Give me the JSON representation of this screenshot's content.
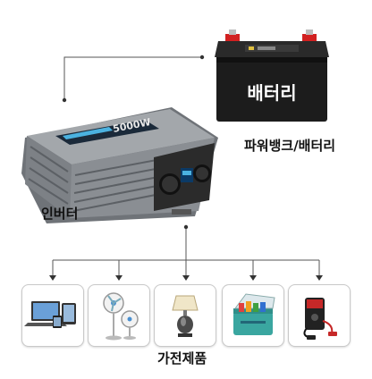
{
  "labels": {
    "battery_text": "배터리",
    "powerbank_battery": "파워뱅크/배터리",
    "inverter": "인버터",
    "appliances": "가전제품"
  },
  "inverter_display": {
    "power_text": "5000W"
  },
  "appliances": [
    {
      "icon": "laptop-devices-icon"
    },
    {
      "icon": "fan-icon"
    },
    {
      "icon": "lamp-icon"
    },
    {
      "icon": "cooler-box-icon"
    },
    {
      "icon": "jump-starter-icon"
    }
  ],
  "colors": {
    "battery_body": "#1c1c1c",
    "battery_terminal_red": "#d22020",
    "inverter_body": "#8a8e93",
    "cooler_teal": "#3aa6a0",
    "wire": "#444444"
  }
}
